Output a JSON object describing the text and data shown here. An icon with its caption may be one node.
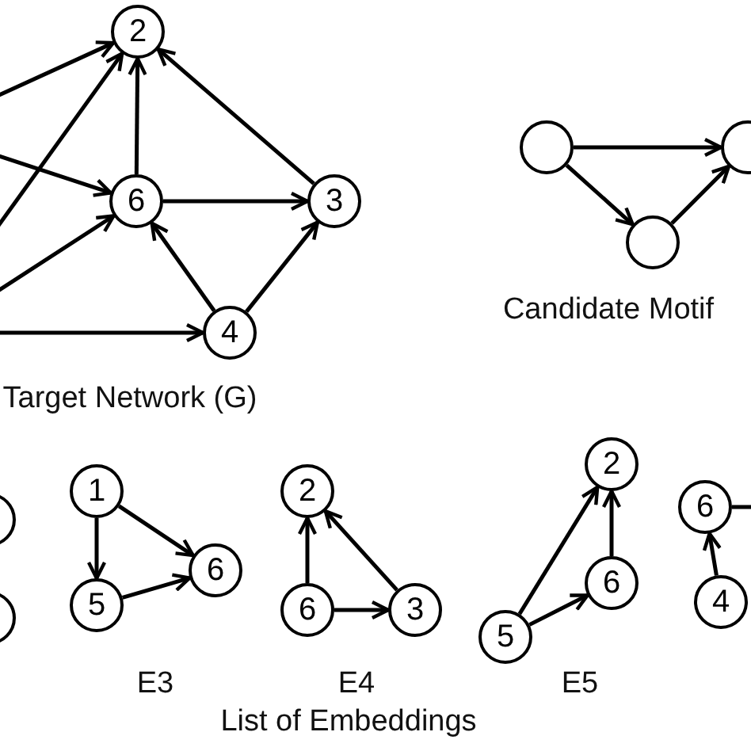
{
  "diagram": {
    "nodes": [
      {
        "text": [
          "2"
        ]
      },
      {
        "text": [
          "6"
        ]
      },
      {
        "text": [
          "3"
        ]
      },
      {
        "text": [
          "4"
        ]
      },
      {
        "text": [],
        "shape": "circle"
      },
      {
        "text": [],
        "shape": "circle"
      },
      {
        "text": [],
        "shape": "circle"
      },
      {
        "text": [],
        "shape": "circle"
      },
      {
        "text": [],
        "shape": "circle"
      },
      {
        "text": [
          "1"
        ]
      },
      {
        "text": [
          "5"
        ]
      },
      {
        "text": [
          "6"
        ]
      },
      {
        "text": [
          "2"
        ]
      },
      {
        "text": [
          "6"
        ]
      },
      {
        "text": [
          "3"
        ]
      },
      {
        "text": [
          "2"
        ]
      },
      {
        "text": [
          "6"
        ]
      },
      {
        "text": [
          "5"
        ]
      },
      {
        "text": [
          "6"
        ]
      },
      {
        "text": [
          "4"
        ]
      }
    ],
    "edges": [
      {
        "from": null,
        "to": 0,
        "arrow": "to"
      },
      {
        "from": null,
        "to": 0,
        "arrow": "to"
      },
      {
        "from": null,
        "to": 1,
        "arrow": "to"
      },
      {
        "from": null,
        "to": 1,
        "arrow": "to"
      },
      {
        "from": null,
        "to": 3,
        "arrow": "to"
      },
      {
        "from": 1,
        "to": 0,
        "arrow": "to"
      },
      {
        "from": 2,
        "to": 0,
        "arrow": "to"
      },
      {
        "from": 1,
        "to": 2,
        "arrow": "to"
      },
      {
        "from": 3,
        "to": 1,
        "arrow": "to"
      },
      {
        "from": 3,
        "to": 2,
        "arrow": "to"
      },
      {
        "from": 4,
        "to": 5,
        "arrow": "to"
      },
      {
        "from": 4,
        "to": 6,
        "arrow": "to"
      },
      {
        "from": 6,
        "to": 5,
        "arrow": "to"
      },
      {
        "from": 9,
        "to": 10,
        "arrow": "to"
      },
      {
        "from": 9,
        "to": 11,
        "arrow": "to"
      },
      {
        "from": 10,
        "to": 11,
        "arrow": "to"
      },
      {
        "from": 13,
        "to": 12,
        "arrow": "to"
      },
      {
        "from": 14,
        "to": 12,
        "arrow": "to"
      },
      {
        "from": 13,
        "to": 14,
        "arrow": "to"
      },
      {
        "from": 17,
        "to": 15,
        "arrow": "to"
      },
      {
        "from": 16,
        "to": 15,
        "arrow": "to"
      },
      {
        "from": 17,
        "to": 16,
        "arrow": "to"
      },
      {
        "from": 19,
        "to": 18,
        "arrow": "to"
      },
      {
        "from": 18,
        "to": null,
        "arrow": "none"
      }
    ],
    "labels": [
      "Target Network (G)",
      "Candidate Motif",
      "E3",
      "E4",
      "E5",
      "List of Embeddings"
    ]
  }
}
